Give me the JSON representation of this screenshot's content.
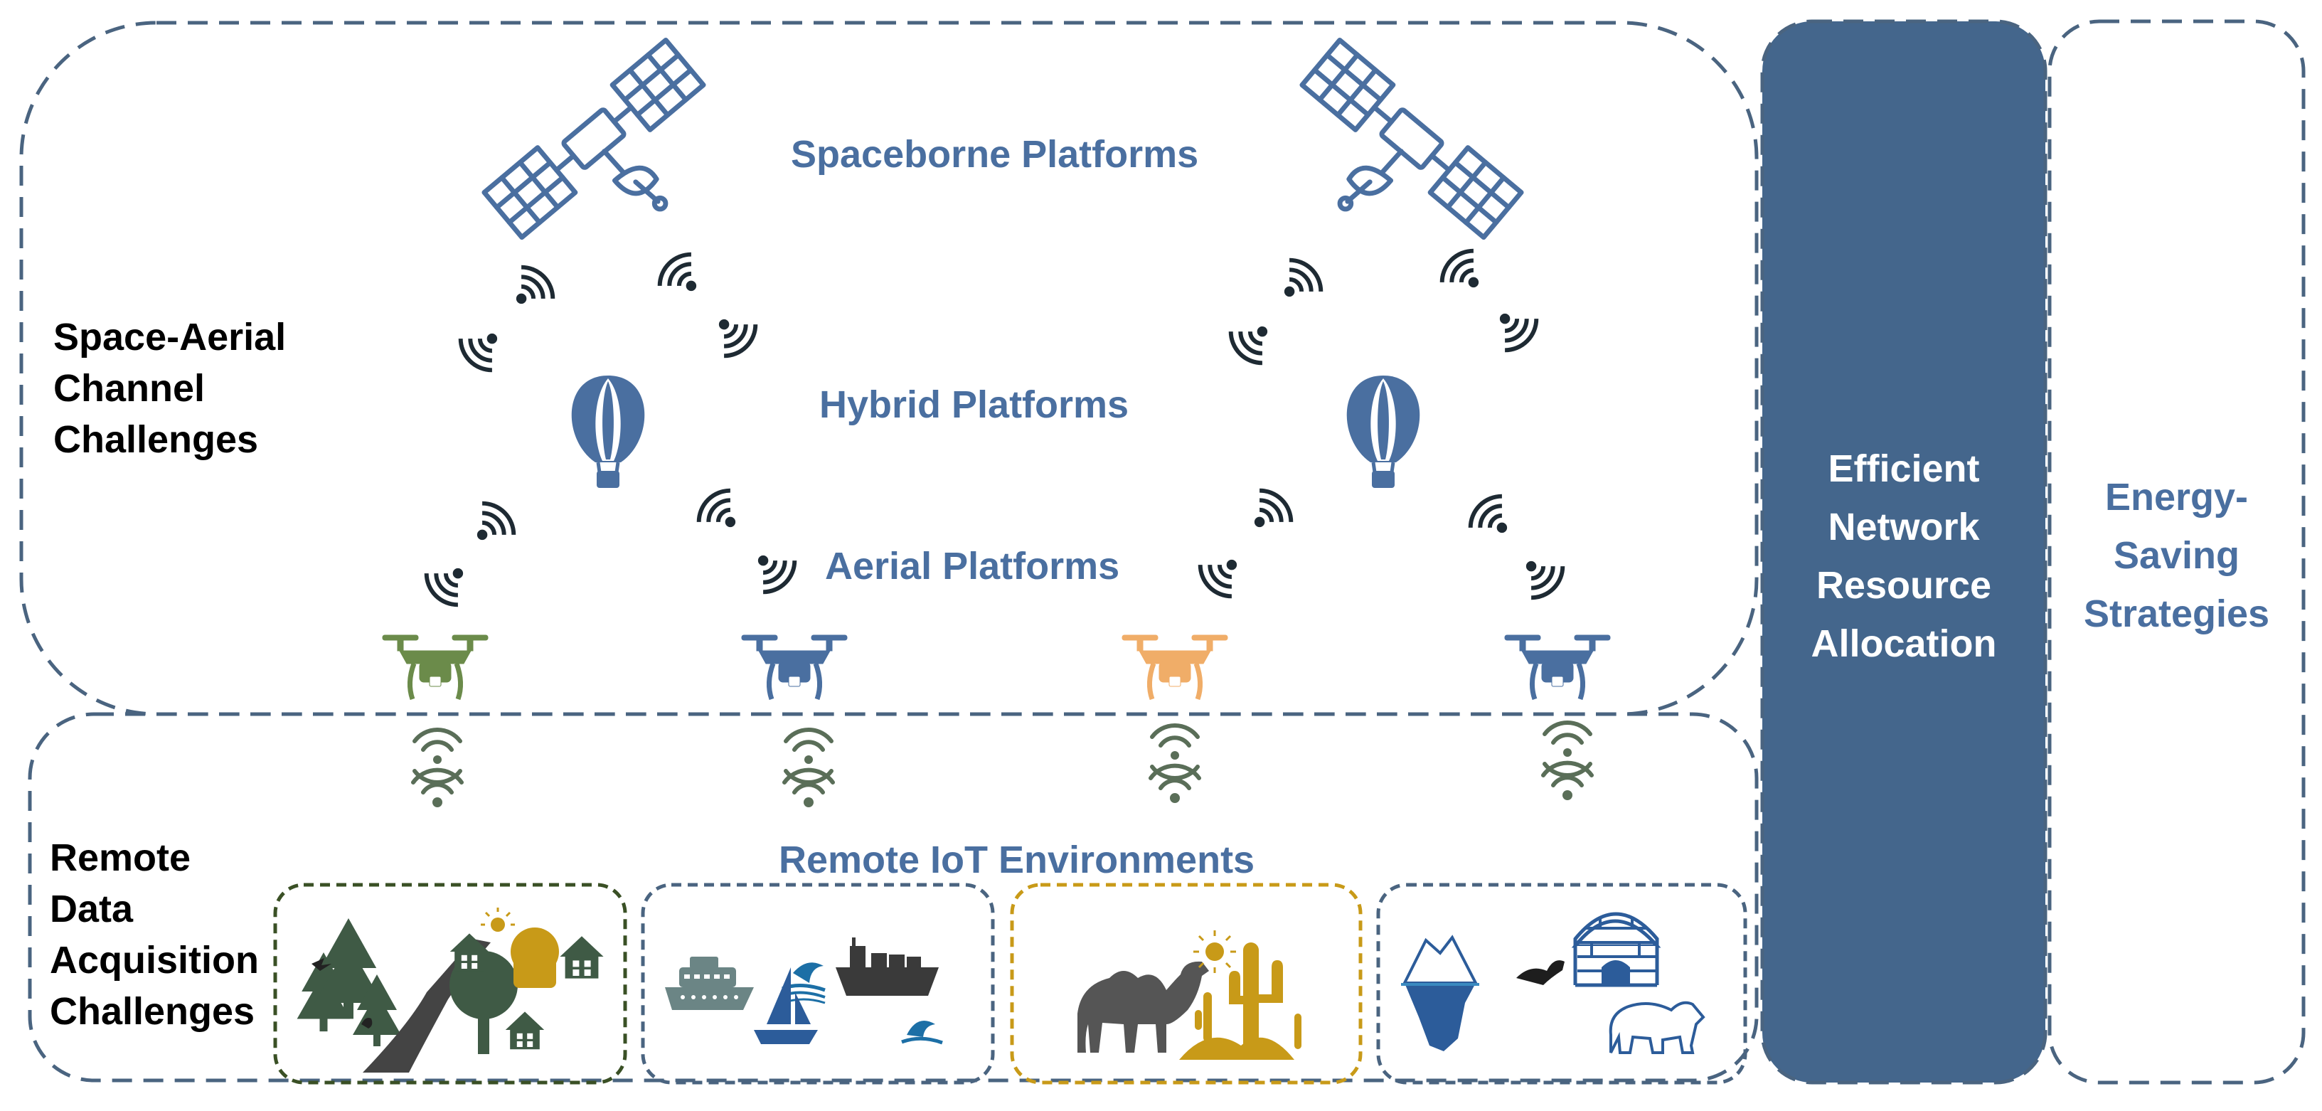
{
  "labels": {
    "spaceborne": "Spaceborne Platforms",
    "hybrid": "Hybrid Platforms",
    "aerial": "Aerial Platforms",
    "remote_iot": "Remote IoT Environments"
  },
  "left_labels": {
    "space_aerial": [
      "Space-Aerial",
      "Channel",
      "Challenges"
    ],
    "remote_data": [
      "Remote",
      "Data",
      "Acquisition",
      "Challenges"
    ]
  },
  "right_panels": {
    "efficient": [
      "Efficient",
      "Network",
      "Resource",
      "Allocation"
    ],
    "energy": [
      "Energy-",
      "Saving",
      "Strategies"
    ]
  },
  "colors": {
    "platform_blue": "#4a6fa0",
    "panel_fill": "#44668c",
    "dash_stroke": "#4a6480",
    "drone_green": "#6b8b4a",
    "drone_orange": "#f0ad68",
    "signal_dark": "#1e2a33",
    "wifi_green": "#5a6e58",
    "forest_border": "#3a5025",
    "desert_border": "#c89a18",
    "desert_gold": "#c89a18",
    "forest_green": "#3f5a45",
    "gray_icon": "#555555"
  },
  "icons": {
    "satellite": "satellite-icon",
    "balloon": "hot-air-balloon-icon",
    "drone": "drone-icon",
    "signal": "signal-waves-icon",
    "wifi": "wifi-icon",
    "forest": "forest-village-icon",
    "ocean": "ocean-ships-icon",
    "desert": "desert-camel-icon",
    "polar": "polar-igloo-icon"
  }
}
